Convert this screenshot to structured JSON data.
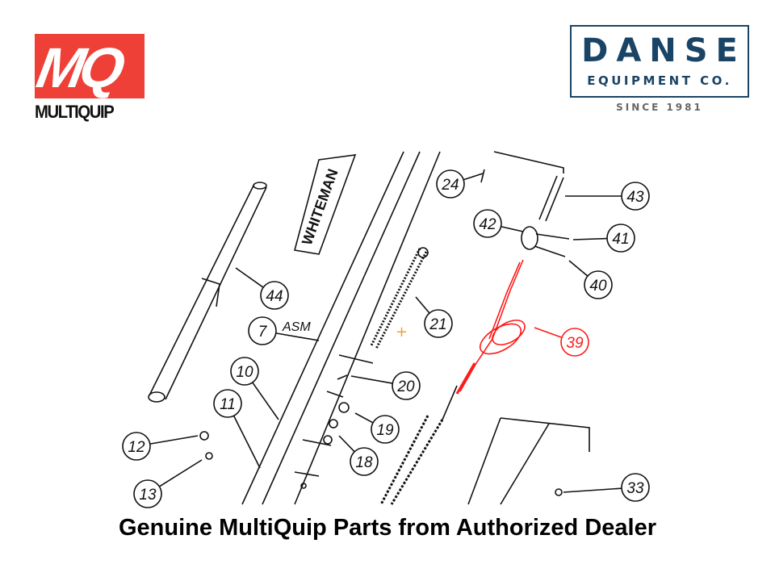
{
  "logos": {
    "left": {
      "letters": "MQ",
      "wordmark": "MULTIQUIP",
      "color": "#ee4036"
    },
    "right": {
      "title": "DANSE",
      "subtitle": "EQUIPMENT CO.",
      "since": "SINCE 1981",
      "color": "#1a4466"
    }
  },
  "diagram": {
    "decal_text": "WHITEMAN",
    "asm_label": "ASM",
    "highlight_color": "#ff1a1a",
    "highlighted_part": "39",
    "callouts": [
      "24",
      "43",
      "42",
      "41",
      "40",
      "44",
      "21",
      "7",
      "39",
      "10",
      "20",
      "11",
      "19",
      "12",
      "18",
      "13",
      "33"
    ]
  },
  "caption": "Genuine MultiQuip Parts from Authorized Dealer"
}
